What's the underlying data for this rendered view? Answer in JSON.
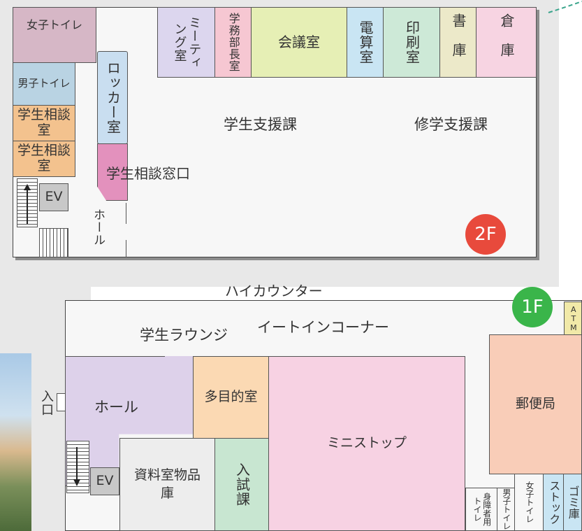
{
  "colors": {
    "women_toilet": "#d6b7c6",
    "men_toilet": "#b9d3e3",
    "counseling": "#f3c28e",
    "locker": "#c9def0",
    "counseling_window": "#e391bd",
    "meeting_small": "#dcd6ee",
    "dept_head": "#f6c7d2",
    "conference": "#e6efb5",
    "computer": "#c9e5f3",
    "printing": "#cde9d7",
    "library": "#ece9c9",
    "storage": "#f7d4e2",
    "hall": "#ddd1ea",
    "multipurpose": "#fbd9b3",
    "ministop": "#f7d2e3",
    "post_office": "#f9cdb8",
    "admissions": "#c8e6d1",
    "materials": "#ededed",
    "atm": "#f1e9a8",
    "badge_2f": "#e84a3c",
    "badge_1f": "#3ab54a"
  },
  "icons": [
    "up-arrow-icon",
    "down-arrow-icon"
  ],
  "floor2": {
    "badge": "2F",
    "women_toilet": "女子トイレ",
    "men_toilet": "男子トイレ",
    "counseling1": "学生相談室",
    "counseling2": "学生相談室",
    "locker": "ロッカー室",
    "counseling_window": "学生相談窓口",
    "ev": "EV",
    "hall": "ホール",
    "meeting": "ミーティング室",
    "dept_head": "学務部長室",
    "conference": "会議室",
    "computer": "電算室",
    "printing": "印刷室",
    "library": "書庫",
    "storage": "倉庫",
    "student_support": "学生支援課",
    "study_support": "修学支援課"
  },
  "floor1": {
    "badge": "1F",
    "high_counter": "ハイカウンター",
    "lounge": "学生ラウンジ",
    "eat_in": "イートインコーナー",
    "atm": "ATM",
    "entrance": "入口",
    "hall": "ホール",
    "multipurpose": "多目的室",
    "ministop": "ミニストップ",
    "post_office": "郵便局",
    "materials": "資料室物品庫",
    "admissions": "入試課",
    "ev": "EV",
    "accessible_toilet": "身障者用トイレ",
    "men_toilet": "男子トイレ",
    "women_toilet": "女子トイレ",
    "garbage": "ゴミ庫",
    "stock": "ストック"
  }
}
